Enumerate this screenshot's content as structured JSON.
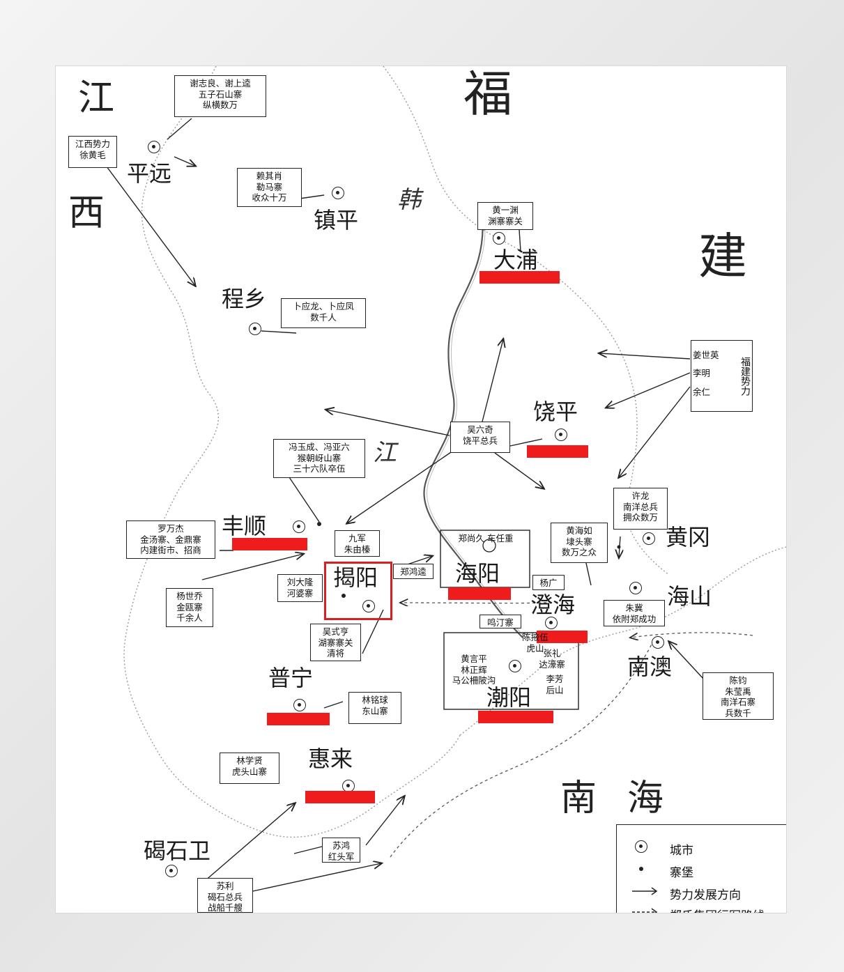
{
  "regions": {
    "jiang": "江",
    "xi": "西",
    "fu": "福",
    "jian": "建",
    "nan": "南",
    "hai": "海"
  },
  "rivers": {
    "han": "韩",
    "jiang": "江"
  },
  "cities": [
    {
      "id": "pingyuan",
      "name": "平远"
    },
    {
      "id": "zhenping",
      "name": "镇平"
    },
    {
      "id": "chengxiang",
      "name": "程乡"
    },
    {
      "id": "dapu",
      "name": "大浦"
    },
    {
      "id": "raoping",
      "name": "饶平"
    },
    {
      "id": "fengshun",
      "name": "丰顺"
    },
    {
      "id": "jieyang",
      "name": "揭阳"
    },
    {
      "id": "haiyang",
      "name": "海阳"
    },
    {
      "id": "huanggang",
      "name": "黄冈"
    },
    {
      "id": "chenghai",
      "name": "澄海"
    },
    {
      "id": "haishan",
      "name": "海山"
    },
    {
      "id": "nanao",
      "name": "南澳"
    },
    {
      "id": "puning",
      "name": "普宁"
    },
    {
      "id": "chaoyang",
      "name": "潮阳"
    },
    {
      "id": "huilai",
      "name": "惠来"
    },
    {
      "id": "jieshiwei",
      "name": "碣石卫"
    }
  ],
  "notes": {
    "xie": "谢志良、谢上逵\n五子石山寨\n纵横数万",
    "jiangxi": "江西势力\n徐黄毛",
    "lai": "赖其肖\n勒马寨\n收众十万",
    "huang": "黄一渊\n渊寨寨关",
    "bu": "卜应龙、卜应凤\n数千人",
    "fujian_names": "姜世英\n李明\n余仁",
    "fujian_force": "福建势力",
    "wu": "吴六奇\n饶平总兵",
    "feng": "冯玉成、冯亚六\n猴朝岈山寨\n三十六队卒伍",
    "xulong": "许龙\n南洋总兵\n拥众数万",
    "luo": "罗万杰\n金汤寨、金鼎寨\n内建街市、招商",
    "jiujun": "九军\n朱由榛",
    "zheng_chen": "郑尚久    车任重",
    "huanghaiyu": "黄海如\n埭头寨\n数万之众",
    "zhenghongkui": "郑鸿逵",
    "liu": "刘大隆\n河婆寨",
    "yangguang": "杨广",
    "yang": "杨世乔\n金瓯寨\n千余人",
    "zhuji": "朱冀\n依附郑成功",
    "mingding": "鸣汀寨",
    "wu_shiheng": "吴式亨\n湖寨寨关\n清将",
    "chen_li": "陈掖伍\n虎山",
    "zhang": "张礼\n达濠寨",
    "huang_lin_ma": "黄言平\n林正辉\n马公柵陂沟",
    "li_hou": "李芳\n后山",
    "chen_jun": "陈钧\n朱莹禹\n南洋石寨\n兵数千",
    "lin_xie": "林铭球\n东山寨",
    "lin_xuexian": "林学贤\n虎头山寨",
    "su_hong": "苏鸿\n红头军",
    "su_li": "苏利\n碣石总兵\n战船千艘"
  },
  "legend": {
    "city": "城市",
    "fort": "寨堡",
    "direction": "势力发展方向",
    "route": "郑氏集团行军路线"
  },
  "colors": {
    "highlight": "#d92020",
    "redbar": "#ee1c1c",
    "ink": "#222222"
  }
}
